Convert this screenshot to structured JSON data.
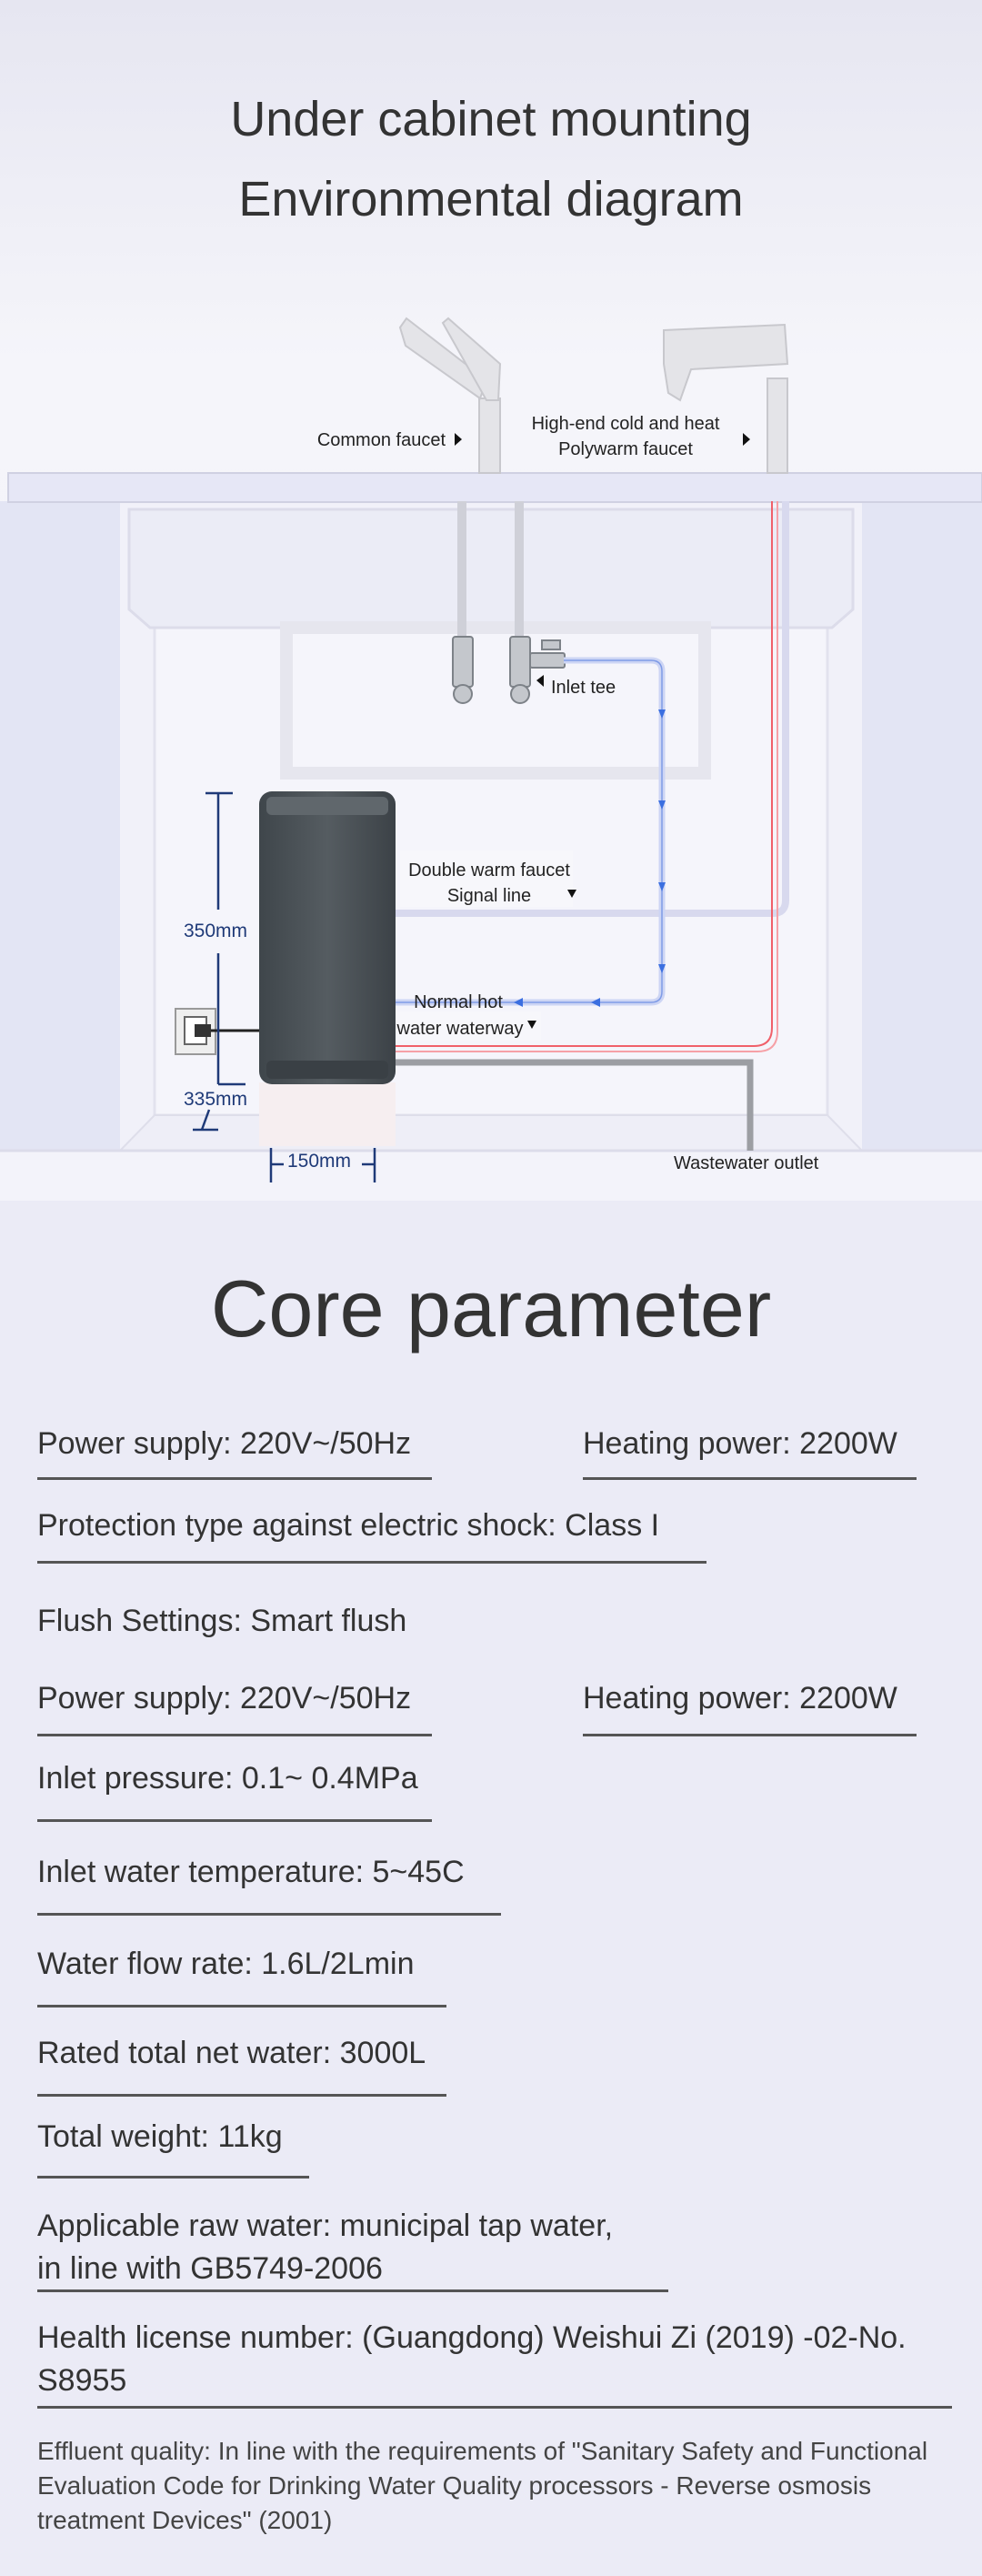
{
  "diagram": {
    "title_line1": "Under cabinet mounting",
    "title_line2": "Environmental diagram",
    "labels": {
      "common_faucet": "Common faucet",
      "polywarm_line1": "High-end cold and heat",
      "polywarm_line2": "Polywarm faucet",
      "inlet_tee": "Inlet tee",
      "signal_line1": "Double warm faucet",
      "signal_line2": "Signal line",
      "normal_hot1": "Normal hot",
      "normal_hot2": "water waterway",
      "wastewater": "Wastewater outlet",
      "dim_height": "350mm",
      "dim_depth": "335mm",
      "dim_width": "150mm"
    },
    "colors": {
      "hot_pipe": "#f0606a",
      "cold_pipe": "#3b6fe0",
      "device": "#4b5257"
    }
  },
  "params": {
    "title": "Core parameter",
    "power_supply_1": "Power supply: 220V~/50Hz",
    "heating_power_1": "Heating power: 2200W",
    "protection": "Protection type against electric shock: Class I",
    "flush": "Flush Settings: Smart flush",
    "power_supply_2": "Power supply: 220V~/50Hz",
    "heating_power_2": "Heating power: 2200W",
    "inlet_pressure": "Inlet pressure: 0.1~ 0.4MPa",
    "inlet_temp": "Inlet water temperature: 5~45C",
    "flow_rate": "Water flow rate: 1.6L/2Lmin",
    "rated_water": "Rated total net water: 3000L",
    "weight": "Total weight: 11kg",
    "raw_water_1": "Applicable raw water: municipal tap water,",
    "raw_water_2": "in line with GB5749-2006",
    "license_1": "Health license number: (Guangdong) Weishui Zi (2019) -02-No.",
    "license_2": "S8955",
    "effluent": "Effluent quality: In line with the requirements of \"Sanitary Safety and Functional Evaluation Code for Drinking Water Quality processors - Reverse osmosis treatment Devices\" (2001)"
  }
}
